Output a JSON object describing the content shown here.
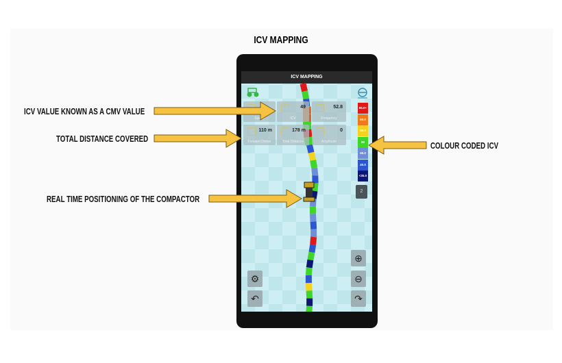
{
  "title": "ICV MAPPING",
  "annotations": {
    "icv": "ICV VALUE KNOWN AS A CMV  VALUE",
    "distance": "TOTAL DISTANCE COVERED",
    "position": "REAL TIME POSITIONING OF THE COMPACTOR",
    "legend": "COLOUR CODED ICV"
  },
  "app": {
    "title": "ICV MAPPING",
    "cards": [
      {
        "label": "Speed",
        "value": ""
      },
      {
        "label": "ICV",
        "value": "49"
      },
      {
        "label": "Frequency",
        "value": "52.8"
      },
      {
        "label": "Forward Distan",
        "value": "110 m"
      },
      {
        "label": "Total Distance",
        "value": "178 m"
      },
      {
        "label": "Amplitude",
        "value": "0"
      }
    ],
    "legend": [
      {
        "label": "65.0+",
        "color": "#e01818"
      },
      {
        "label": "60.0",
        "color": "#ee7a1a"
      },
      {
        "label": "55.0",
        "color": "#f4d21e"
      },
      {
        "label": "50",
        "color": "#3fd62a"
      },
      {
        "label": "45.0",
        "color": "#6e8fd8"
      },
      {
        "label": "40.0",
        "color": "#2d55d0"
      },
      {
        "label": "<35.0",
        "color": "#0d1670"
      }
    ],
    "layer_button": "2",
    "track_colors": [
      "#e01818",
      "#3fd62a",
      "#2d55d0",
      "#d86a20",
      "#d86a20",
      "#3fd62a",
      "#e01818",
      "#3fd62a",
      "#2d55d0",
      "#f4d21e",
      "#3fd62a",
      "#6e8fd8",
      "#2d55d0",
      "#3fd62a",
      "#0d1670",
      "#6e8fd8",
      "#3fd62a",
      "#6e8fd8",
      "#2d55d0",
      "#6e8fd8",
      "#e01818",
      "#2d55d0",
      "#3fd62a",
      "#0d1670",
      "#3fd62a",
      "#2d55d0",
      "#f4d21e",
      "#3fd62a",
      "#0d1670",
      "#3fd62a"
    ]
  }
}
